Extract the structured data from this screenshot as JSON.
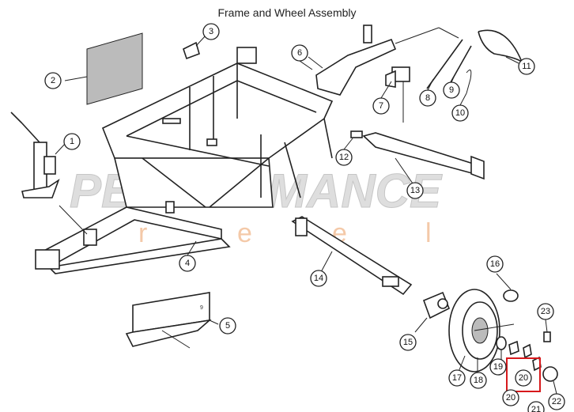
{
  "title": "Frame and Wheel Assembly",
  "watermark": {
    "main": "PERFORMANCE",
    "sub_letters": [
      "r",
      "e",
      "e",
      "l"
    ]
  },
  "callouts": [
    {
      "number": "1"
    },
    {
      "number": "2"
    },
    {
      "number": "3"
    },
    {
      "number": "4"
    },
    {
      "number": "5"
    },
    {
      "number": "6"
    },
    {
      "number": "7"
    },
    {
      "number": "8"
    },
    {
      "number": "9"
    },
    {
      "number": "10"
    },
    {
      "number": "11"
    },
    {
      "number": "12"
    },
    {
      "number": "13"
    },
    {
      "number": "14"
    },
    {
      "number": "15"
    },
    {
      "number": "16"
    },
    {
      "number": "17"
    },
    {
      "number": "18"
    },
    {
      "number": "19"
    },
    {
      "number": "20"
    },
    {
      "number": "20"
    },
    {
      "number": "21"
    },
    {
      "number": "22"
    },
    {
      "number": "23"
    }
  ],
  "highlight": {
    "color": "#d7191c",
    "part": "20"
  },
  "panel_mark": "9"
}
